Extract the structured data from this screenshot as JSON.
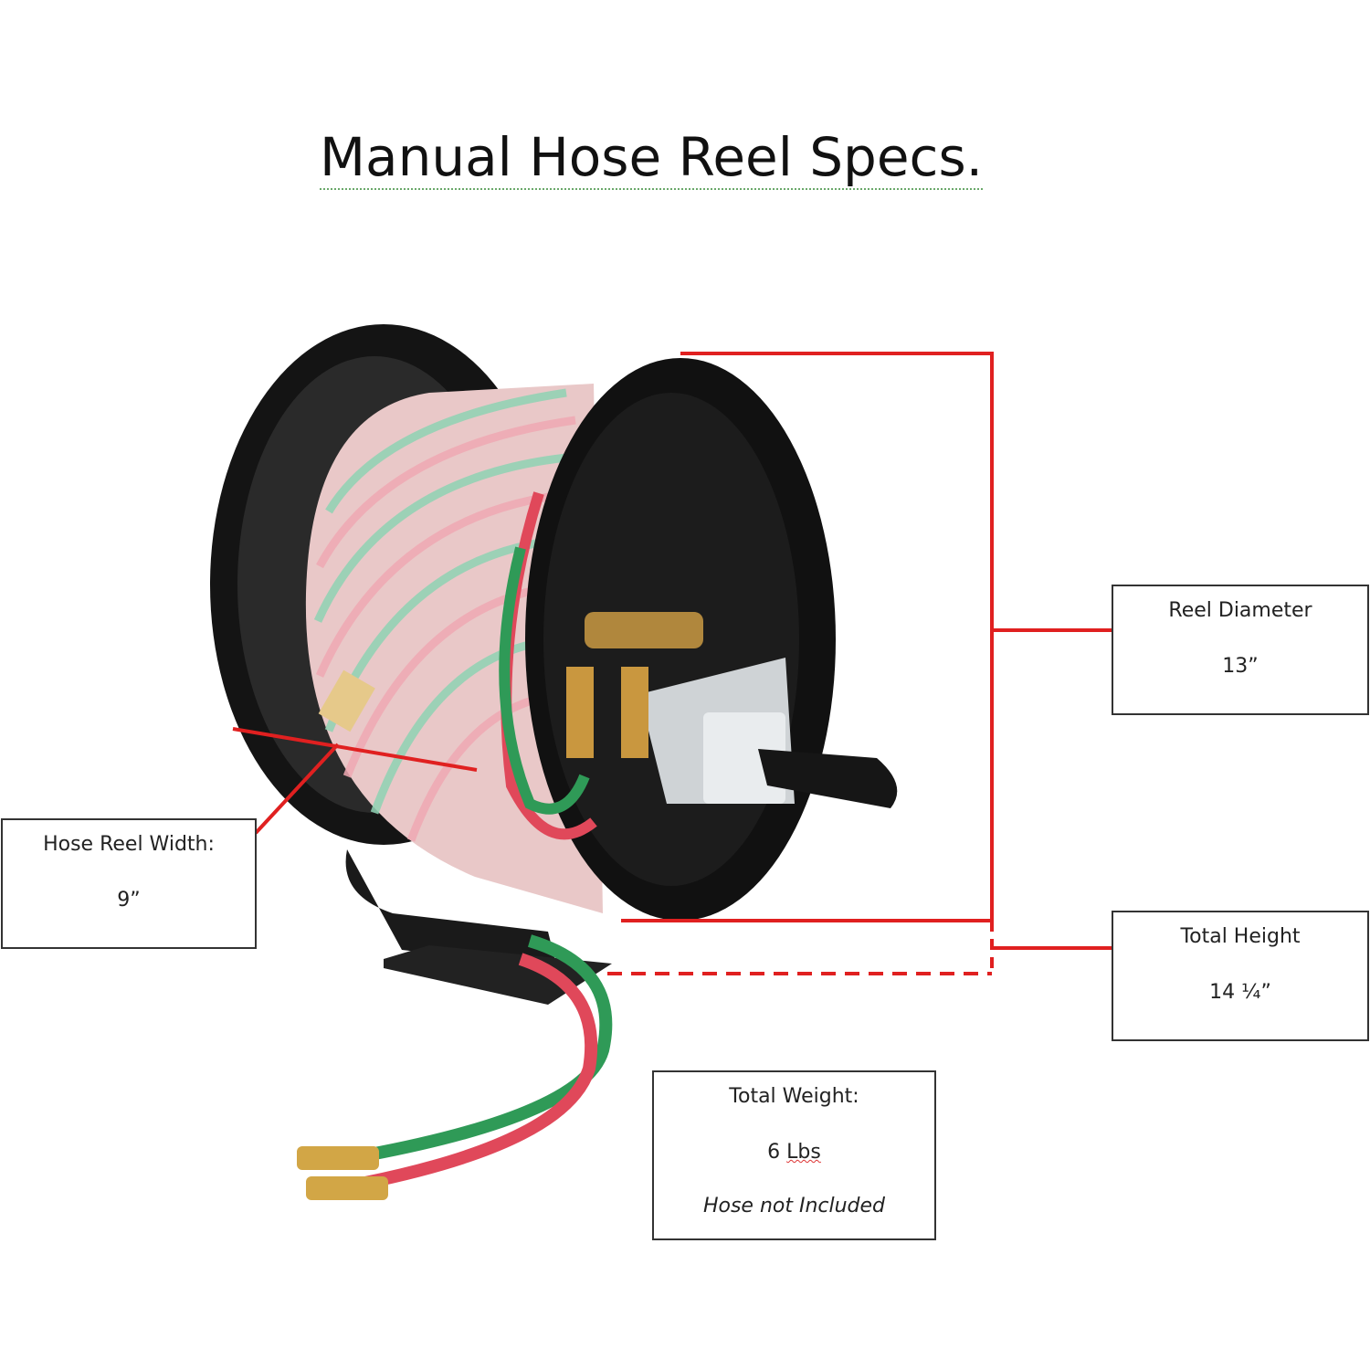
{
  "title": "Manual Hose Reel Specs.",
  "specs": {
    "reel_diameter": {
      "label": "Reel Diameter",
      "value": "13”"
    },
    "total_height": {
      "label": "Total Height",
      "value": "14 ¼”"
    },
    "hose_reel_width": {
      "label": "Hose Reel Width:",
      "value": "9”"
    },
    "total_weight": {
      "label": "Total Weight:",
      "value_num": "6",
      "value_unit": "Lbs",
      "note": "Hose not Included"
    }
  },
  "colors": {
    "callout_line": "#e02020",
    "reel_body": "#111111",
    "hose_green": "#2f9a57",
    "hose_red": "#e0485a"
  }
}
